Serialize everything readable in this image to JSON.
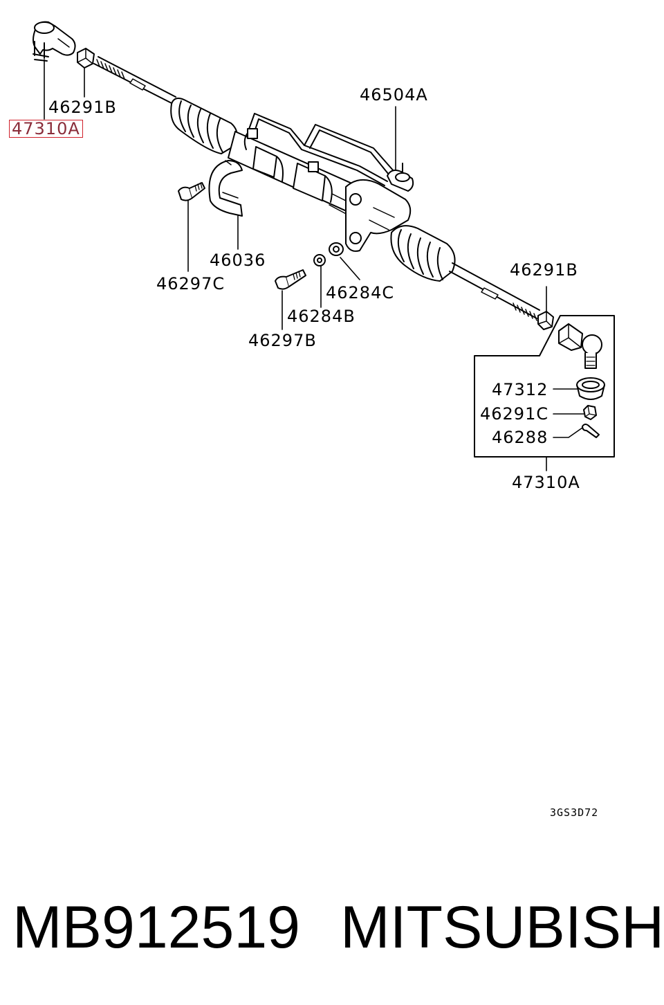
{
  "diagram": {
    "callouts": {
      "left_tie_rod_end": "47310A",
      "left_jam_nut": "46291B",
      "pressure_line": "46504A",
      "clamp": "46036",
      "bolt_c": "46297C",
      "bushing_c": "46284C",
      "bushing_b": "46284B",
      "bolt_b": "46297B",
      "right_jam_nut": "46291B",
      "dust_cover": "47312",
      "castle_nut": "46291C",
      "cotter_pin": "46288",
      "right_tie_rod_end": "47310A"
    },
    "drawing_code": "3GS3D72",
    "highlight_color": "#d0202a"
  },
  "footer": {
    "part_number": "MB912519",
    "brand": "MITSUBISHI"
  }
}
